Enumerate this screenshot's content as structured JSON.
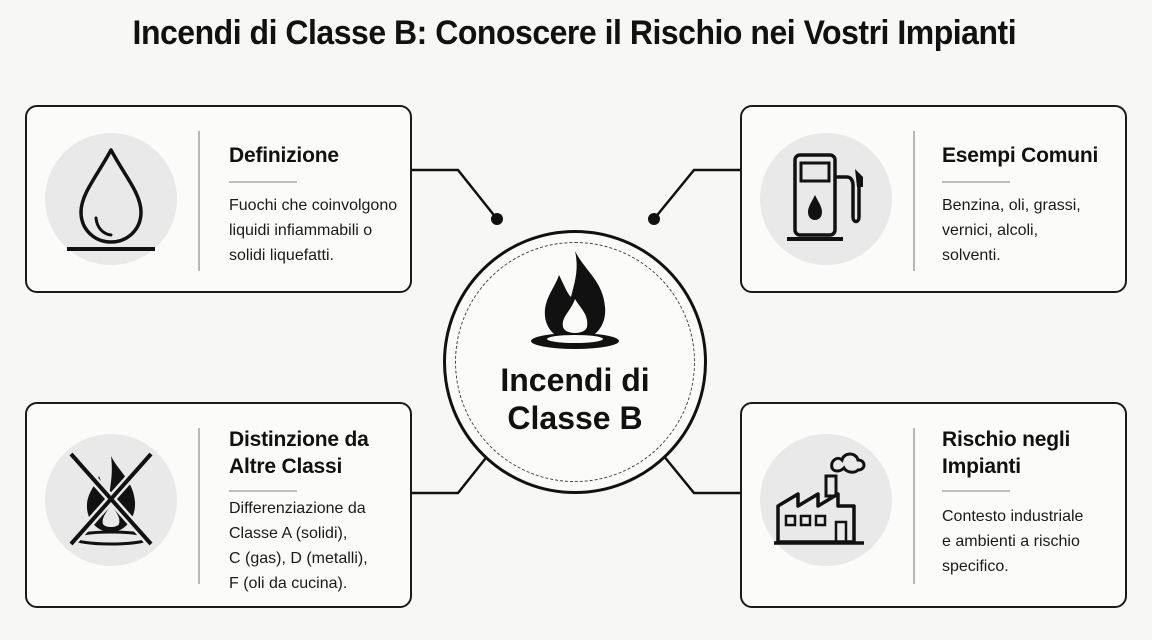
{
  "title": "Incendi di Classe B: Conoscere il Rischio nei Vostri Impianti",
  "center": {
    "label_line1": "Incendi di",
    "label_line2": "Classe B",
    "icon": "flame-icon"
  },
  "cards": {
    "definizione": {
      "title": "Definizione",
      "text": [
        "Fuochi che coinvolgono",
        "liquidi infiammabili o",
        "solidi liquefatti."
      ],
      "icon": "droplet-icon"
    },
    "esempi": {
      "title": "Esempi Comuni",
      "text": [
        "Benzina, oli, grassi,",
        "vernici, alcoli,",
        "solventi."
      ],
      "icon": "fuel-pump-icon"
    },
    "distinzione": {
      "title": [
        "Distinzione da",
        "Altre Classi"
      ],
      "text": [
        "Differenziazione da",
        "Classe A (solidi),",
        "C (gas), D (metalli),",
        "F (oli da cucina)."
      ],
      "icon": "crossed-flame-icon"
    },
    "rischio": {
      "title": [
        "Rischio negli",
        "Impianti"
      ],
      "text": [
        "Contesto industriale",
        "e ambienti a rischio",
        "specifico."
      ],
      "icon": "factory-icon"
    }
  },
  "colors": {
    "ink": "#111111",
    "icon_bg": "#e9e9e9",
    "divider": "#b8b8b8"
  }
}
